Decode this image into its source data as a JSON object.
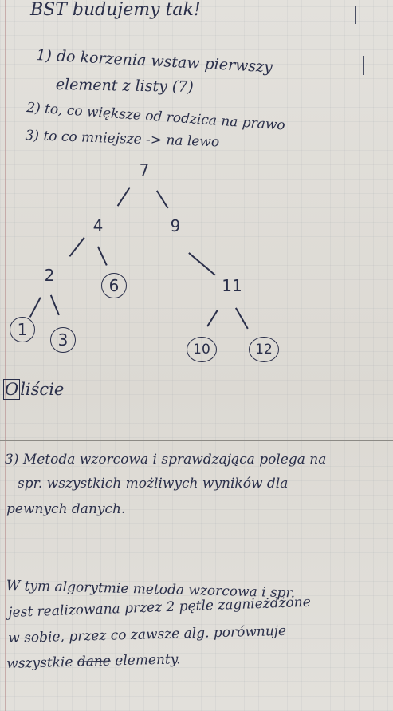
{
  "notes": {
    "title": "BST budujemy tak!",
    "step1_line1": "1) do korzenia wstaw pierwszy",
    "step1_line2": "element z listy (7)",
    "step2": "2) to, co większe od rodzica na prawo",
    "step3": "3) to co mniejsze -> na lewo",
    "legend_symbol": "O",
    "legend_text": "liście"
  },
  "tree": {
    "root": "7",
    "left": "4",
    "right": "9",
    "left_left": "2",
    "left_right": "6",
    "right_right": "11",
    "leaf_1": "1",
    "leaf_3": "3",
    "leaf_10": "10",
    "leaf_12": "12"
  },
  "answer": {
    "p1_line1": "3) Metoda wzorcowa i sprawdzająca polega na",
    "p1_line2": "spr. wszystkich możliwych wyników dla",
    "p1_line3": "pewnych danych.",
    "p2_line1": "W tym algorytmie metoda wzorcowa i spr.",
    "p2_line2": "jest realizowana przez 2 pętle zagnieżdżone",
    "p2_line3": "w sobie, przez co zawsze alg. porównuje",
    "p2_line4_a": "wszystkie",
    "p2_line4_struck": "dane",
    "p2_line4_b": "elementy."
  }
}
